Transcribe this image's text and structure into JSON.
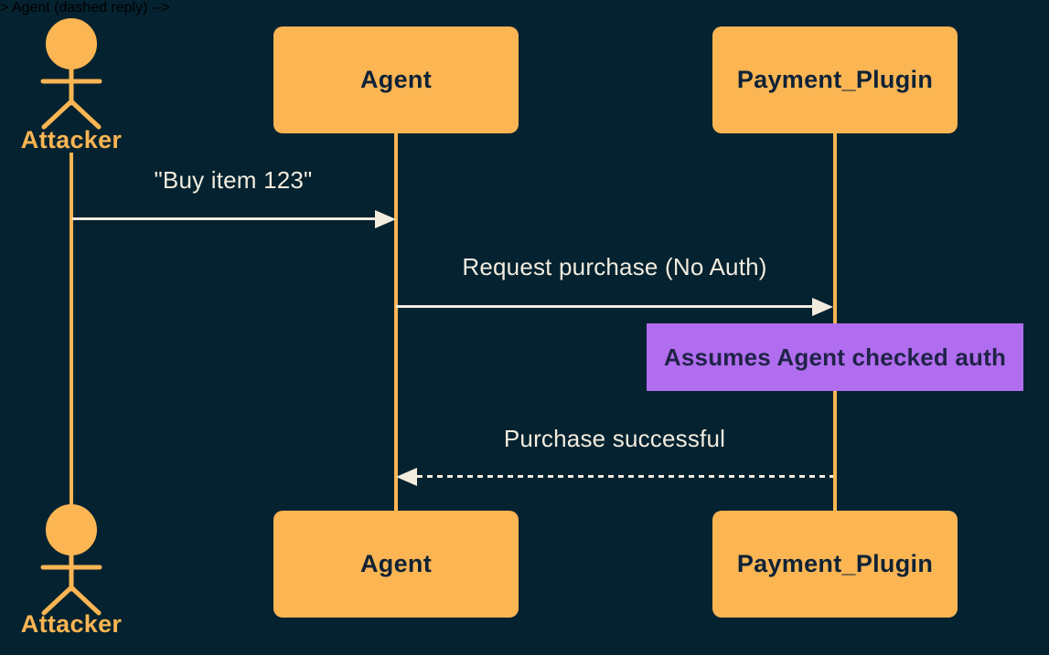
{
  "colors": {
    "bg": "#04222f",
    "accent": "#fbb553",
    "cream": "#f2ecdf",
    "note-bg": "#b16def",
    "dark-text": "#0e2236",
    "note-text": "#1f2347"
  },
  "diagram": {
    "type": "sequence",
    "actors": {
      "attacker": {
        "label": "Attacker",
        "kind": "actor"
      },
      "agent": {
        "label": "Agent",
        "kind": "participant"
      },
      "payment": {
        "label": "Payment_Plugin",
        "kind": "participant"
      }
    },
    "messages": [
      {
        "from": "attacker",
        "to": "agent",
        "text": "\"Buy item 123\"",
        "line": "solid"
      },
      {
        "from": "agent",
        "to": "payment",
        "text": "Request purchase (No Auth)",
        "line": "solid"
      },
      {
        "from": "payment",
        "to": "agent",
        "text": "Purchase successful",
        "line": "dashed"
      }
    ],
    "note": {
      "text": "Assumes Agent checked auth",
      "over": "payment"
    }
  }
}
